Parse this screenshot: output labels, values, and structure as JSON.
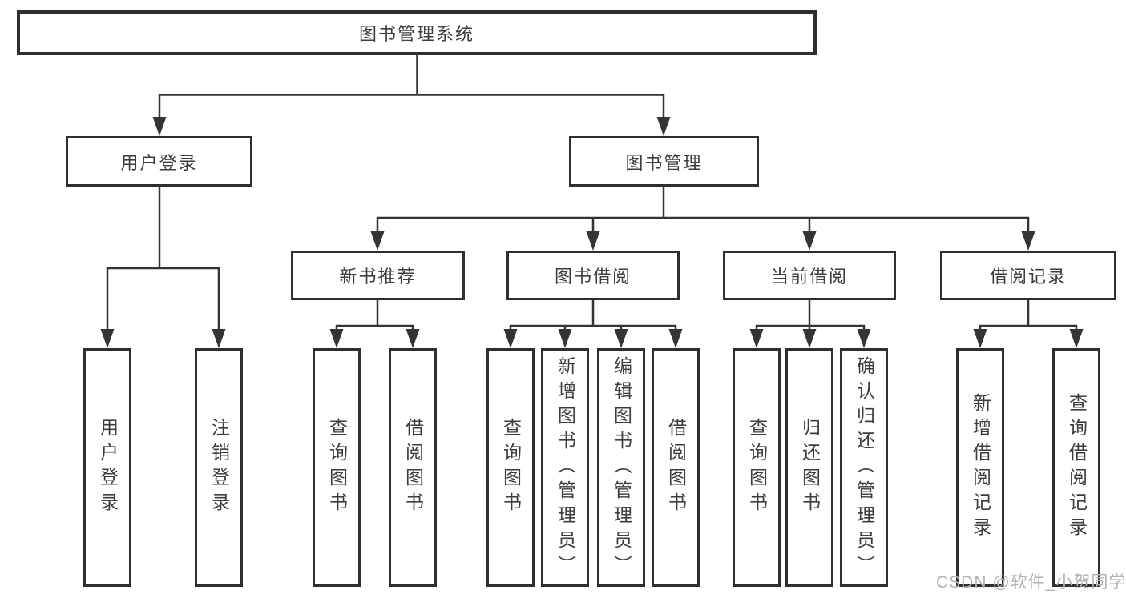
{
  "diagram": {
    "root": {
      "label": "图书管理系统"
    },
    "branches": [
      {
        "label": "用户登录",
        "children": [
          {
            "label": "用户登录"
          },
          {
            "label": "注销登录"
          }
        ]
      },
      {
        "label": "图书管理",
        "children": [
          {
            "label": "新书推荐",
            "children": [
              {
                "label": "查询图书"
              },
              {
                "label": "借阅图书"
              }
            ]
          },
          {
            "label": "图书借阅",
            "children": [
              {
                "label": "查询图书"
              },
              {
                "label": "新增图书（管理员）"
              },
              {
                "label": "编辑图书（管理员）"
              },
              {
                "label": "借阅图书"
              }
            ]
          },
          {
            "label": "当前借阅",
            "children": [
              {
                "label": "查询图书"
              },
              {
                "label": "归还图书"
              },
              {
                "label": "确认归还（管理员）"
              }
            ]
          },
          {
            "label": "借阅记录",
            "children": [
              {
                "label": "新增借阅记录"
              },
              {
                "label": "查询借阅记录"
              }
            ]
          }
        ]
      }
    ]
  },
  "watermark": {
    "text": "CSDN @软件_小贺同学"
  },
  "style": {
    "line_color": "#343434",
    "border_color": "#2e2e2e",
    "text_color": "#3d3d3d",
    "watermark_color": "#b2b2b2",
    "background": "#ffffff"
  }
}
